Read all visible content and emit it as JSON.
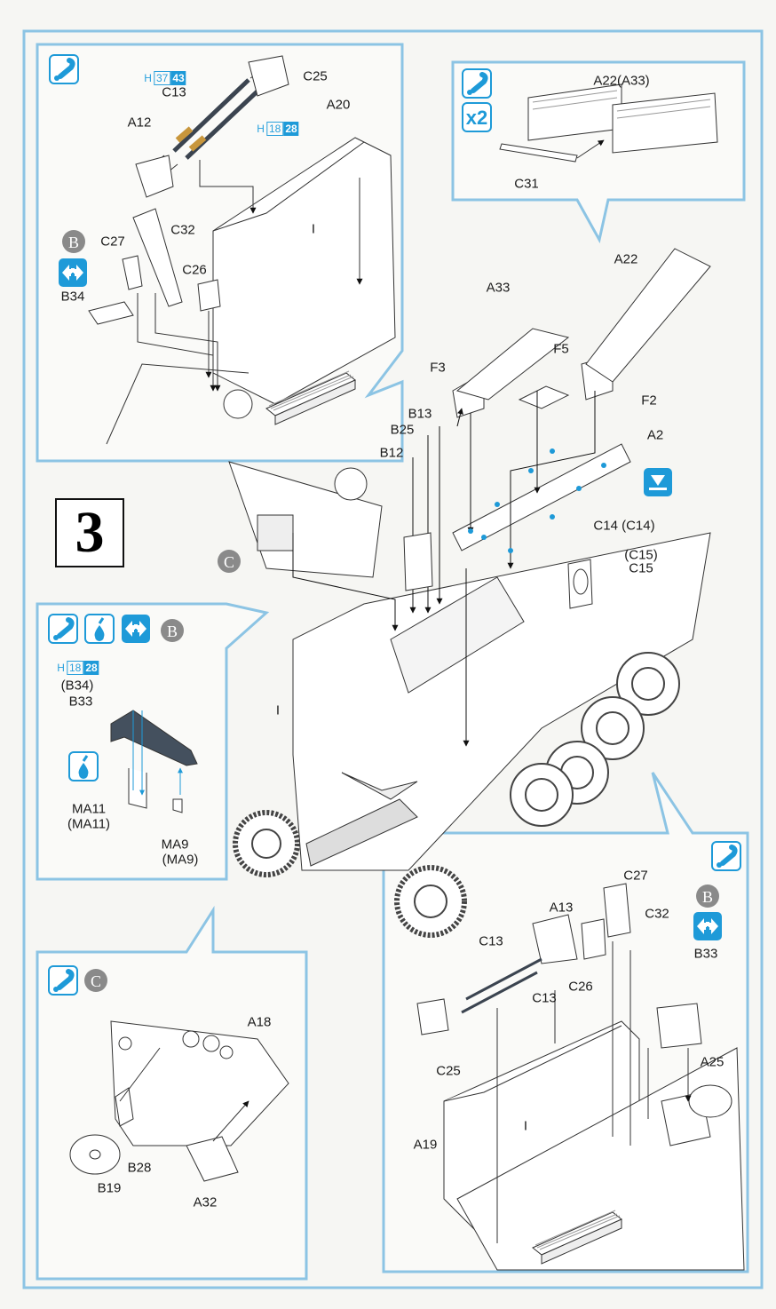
{
  "step": {
    "number": "3"
  },
  "colors": {
    "frame": "#8cc4e4",
    "icon_blue": "#1e9ad8",
    "sub_badge": "#8a8a8a"
  },
  "icons": [
    "cement-icon",
    "paint-drop-icon",
    "option-choice-icon",
    "sub-assembly-b-badge",
    "sub-assembly-c-badge",
    "repeat-x2-icon",
    "bottom-view-icon"
  ],
  "badges": {
    "b": "B",
    "c": "C",
    "x2": "x2"
  },
  "panel1": {
    "labels": [
      "C25",
      "C13",
      "A12",
      "A20",
      "C32",
      "C27",
      "C26",
      "B34",
      "I"
    ],
    "paint_codes": [
      {
        "h": "H",
        "a": "37",
        "b": "43"
      },
      {
        "h": "H",
        "a": "18",
        "b": "28"
      }
    ]
  },
  "panel2": {
    "labels": [
      "A22(A33)",
      "C31"
    ]
  },
  "main": {
    "labels": [
      "A22",
      "A33",
      "F5",
      "F3",
      "F2",
      "B13",
      "B25",
      "A2",
      "B12",
      "C14 (C14)",
      "(C15)",
      "C15",
      "I"
    ]
  },
  "panel3": {
    "labels": [
      "(B34)",
      "B33",
      "MA11",
      "(MA11)",
      "MA9",
      "(MA9)"
    ],
    "paint_codes": [
      {
        "h": "H",
        "a": "18",
        "b": "28"
      }
    ]
  },
  "panel4": {
    "labels": [
      "A18",
      "B28",
      "B19",
      "A32"
    ]
  },
  "panel5": {
    "labels": [
      "C27",
      "A13",
      "C32",
      "B33",
      "C13",
      "C26",
      "C13",
      "C25",
      "A25",
      "A19",
      "I"
    ]
  }
}
